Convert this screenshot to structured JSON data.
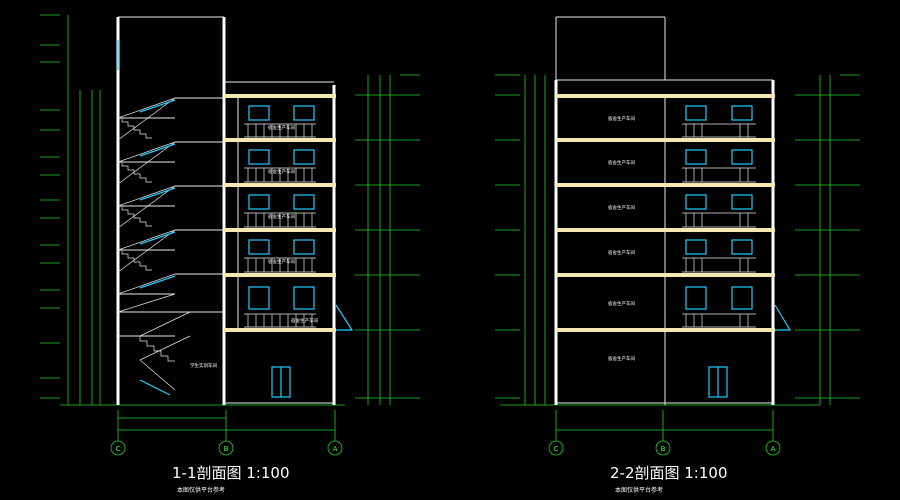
{
  "section_1": {
    "title": "1-1剖面图 1:100",
    "note": "本图仅供平台参考",
    "room_label": "宿舍生产车间",
    "ground_room_label": "学生实训车间",
    "axes": [
      "C",
      "B",
      "A"
    ]
  },
  "section_2": {
    "title": "2-2剖面图 1:100",
    "note": "本图仅供平台参考",
    "room_label": "宿舍生产车间",
    "ground_room_label": "宿舍生产车间",
    "axes": [
      "C",
      "B",
      "A"
    ]
  },
  "colors": {
    "background": "#000000",
    "axis_line": "#1fd11f",
    "wall": "#e8e8e8",
    "slab": "#f4e8b0",
    "window": "#22ccff",
    "text": "#ffffff"
  }
}
